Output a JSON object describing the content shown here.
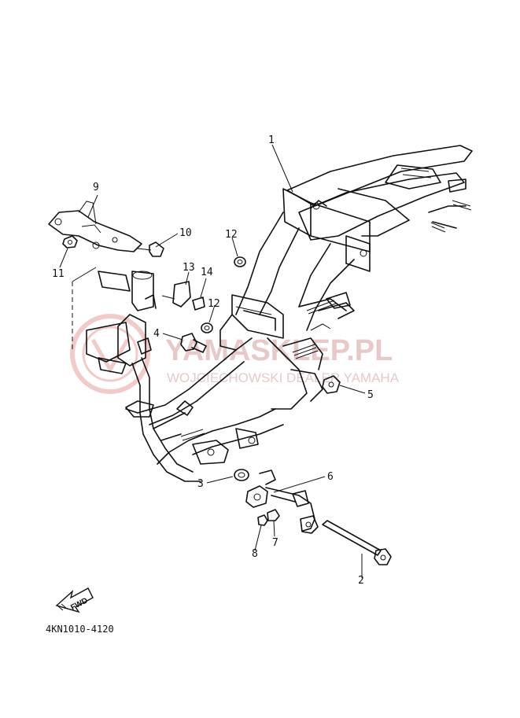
{
  "watermark": {
    "brand": "YAMASKLEP.PL",
    "tagline": "WOJCIECHOWSKI DEALER YAMAHA",
    "color": "#e7c9c9"
  },
  "callouts": [
    "1",
    "2",
    "3",
    "4",
    "5",
    "6",
    "7",
    "8",
    "9",
    "10",
    "11",
    "12",
    "12",
    "13",
    "14"
  ],
  "fwd_label": "FWD",
  "diagram_code": "4KN1010-4120"
}
